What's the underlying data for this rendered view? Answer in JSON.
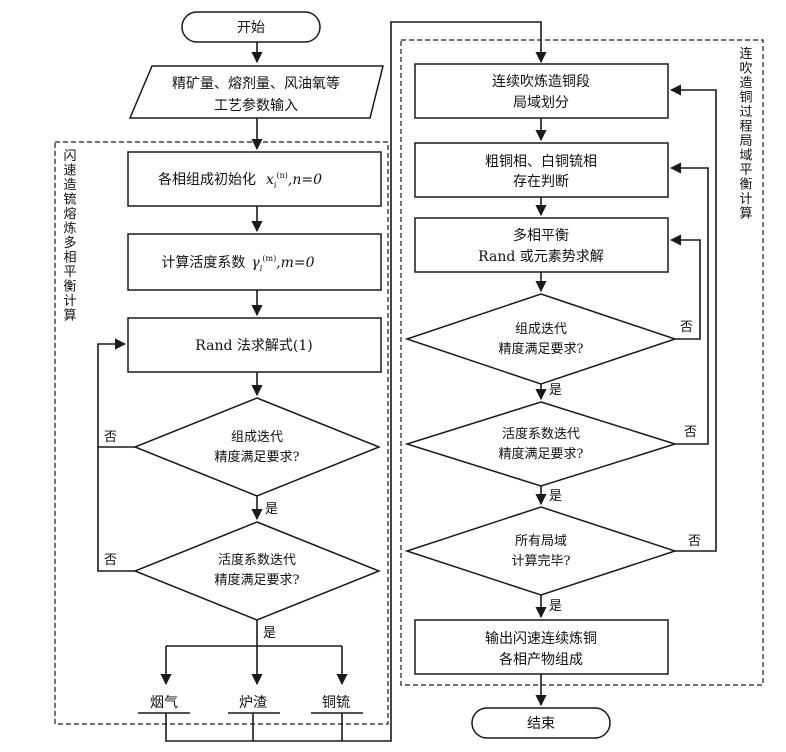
{
  "diagram": {
    "start": "开始",
    "end": "结束",
    "input": {
      "line1": "精矿量、熔剂量、风油氧等",
      "line2": "工艺参数输入"
    },
    "left_region_label": [
      "闪",
      "速",
      "造",
      "锍",
      "熔",
      "炼",
      "多",
      "相",
      "平",
      "衡",
      "计",
      "算"
    ],
    "right_region_label": [
      "连",
      "吹",
      "造",
      "铜",
      "过",
      "程",
      "局",
      "域",
      "平",
      "衡",
      "计",
      "算"
    ],
    "left": {
      "init": {
        "prefix": "各相组成初始化",
        "var": "x",
        "sub": "i",
        "sup": "(n)",
        "suffix": ",n=0"
      },
      "activity": {
        "prefix": "计算活度系数",
        "var": "γ",
        "sub": "i",
        "sup": "(m)",
        "suffix": ",m=0"
      },
      "rand": "Rand 法求解式(1)",
      "decision1": {
        "line1": "组成迭代",
        "line2": "精度满足要求?"
      },
      "decision2": {
        "line1": "活度系数迭代",
        "line2": "精度满足要求?"
      },
      "yes": "是",
      "no": "否",
      "outputs": [
        "烟气",
        "炉渣",
        "铜锍"
      ]
    },
    "right": {
      "division": {
        "line1": "连续吹炼造铜段",
        "line2": "局域划分"
      },
      "phase_check": {
        "line1": "粗铜相、白铜锍相",
        "line2": "存在判断"
      },
      "solve": {
        "line1": "多相平衡",
        "line2": "Rand 或元素势求解"
      },
      "decision1": {
        "line1": "组成迭代",
        "line2": "精度满足要求?"
      },
      "decision2": {
        "line1": "活度系数迭代",
        "line2": "精度满足要求?"
      },
      "decision3": {
        "line1": "所有局域",
        "line2": "计算完毕?"
      },
      "output": {
        "line1": "输出闪速连续炼铜",
        "line2": "各相产物组成"
      },
      "yes": "是",
      "no": "否"
    }
  }
}
